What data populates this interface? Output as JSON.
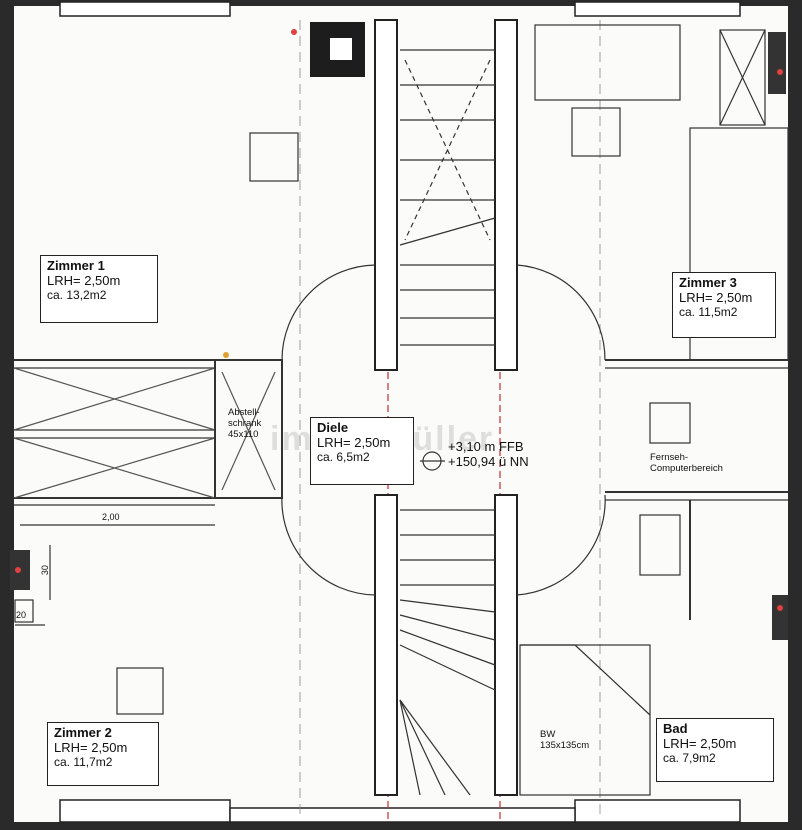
{
  "rooms": {
    "zimmer1": {
      "name": "Zimmer 1",
      "lrh": "LRH= 2,50m",
      "area": "ca. 13,2m2"
    },
    "zimmer2": {
      "name": "Zimmer 2",
      "lrh": "LRH= 2,50m",
      "area": "ca. 11,7m2"
    },
    "zimmer3": {
      "name": "Zimmer 3",
      "lrh": "LRH= 2,50m",
      "area": "ca. 11,5m2"
    },
    "diele": {
      "name": "Diele",
      "lrh": "LRH= 2,50m",
      "area": "ca. 6,5m2"
    },
    "bad": {
      "name": "Bad",
      "lrh": "LRH= 2,50m",
      "area": "ca. 7,9m2"
    }
  },
  "annotations": {
    "abstell_line1": "Abstell-",
    "abstell_line2": "schrank",
    "abstell_size": "45x110",
    "ffb_level": "+3,10 m FFB",
    "nn_level": "+150,94 ü NN",
    "fernseh_line1": "Fernseh-",
    "fernseh_line2": "Computerbereich",
    "bw_label": "BW",
    "bw_size": "135x135cm"
  },
  "dimensions": {
    "dim_200": "2,00",
    "dim_30": "30",
    "dim_20": "20"
  },
  "watermark": "immo müller",
  "colors": {
    "wall": "#2a2a2a",
    "line": "#333333",
    "red_axis": "#d23a3a",
    "hatch": "#555555"
  }
}
